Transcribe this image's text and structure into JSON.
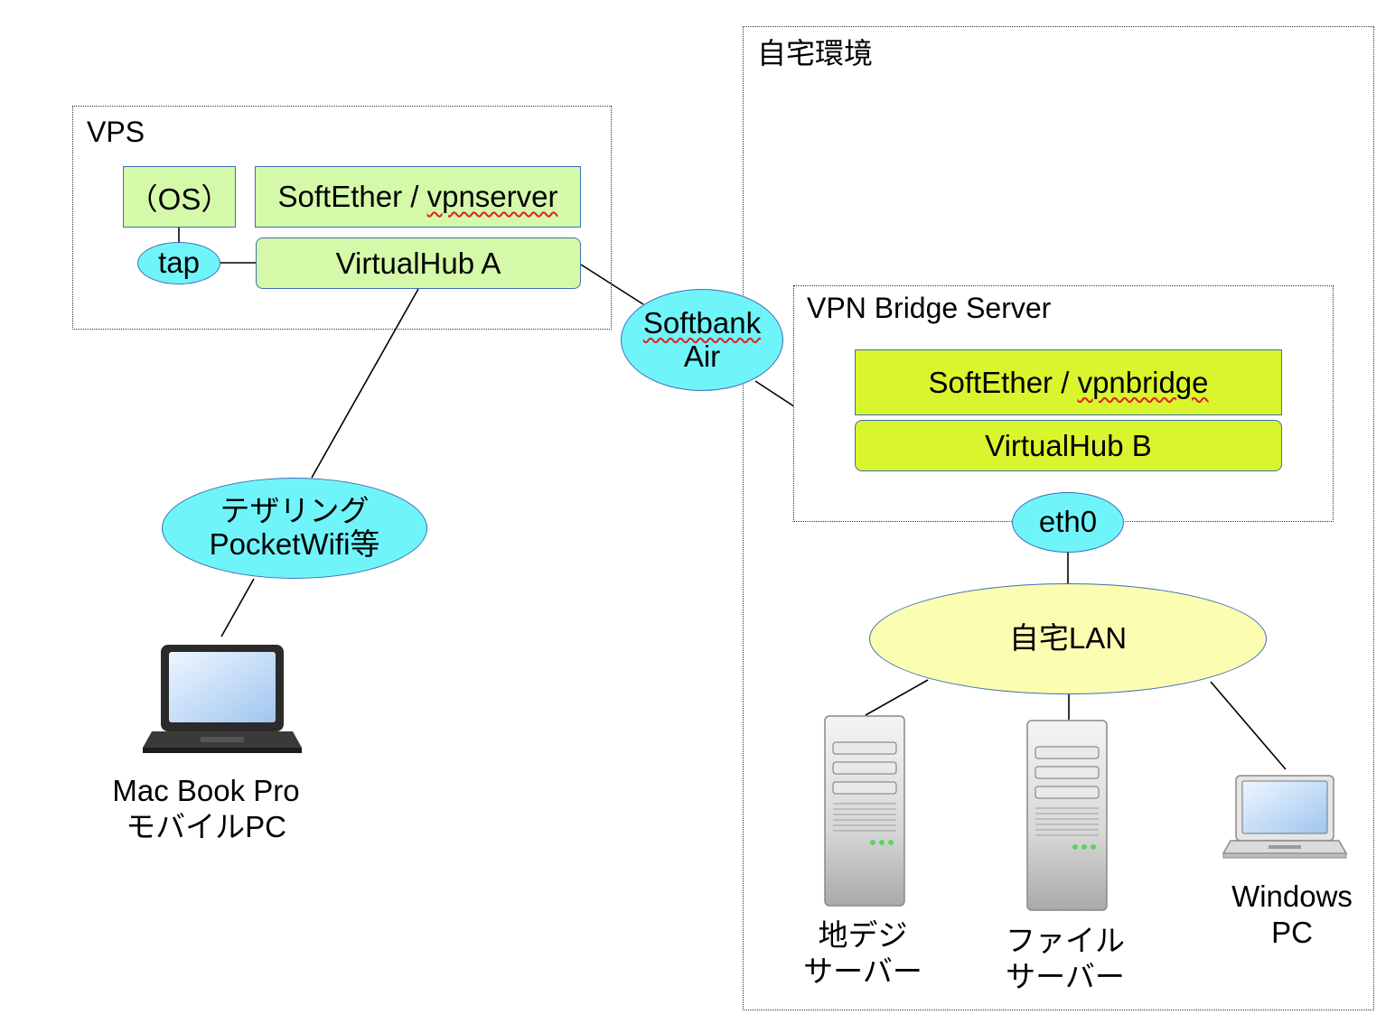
{
  "frames": {
    "home": "自宅環境",
    "vps": "VPS",
    "bridge_server": "VPN Bridge Server"
  },
  "vps": {
    "os_box": "（OS）",
    "vpnserver_prefix": "SoftEther / ",
    "vpnserver_word": "vpnserver",
    "tap": "tap",
    "hub_a": "VirtualHub A"
  },
  "softbank": {
    "line1": "Softbank",
    "line2": "Air"
  },
  "bridge": {
    "vpnbridge_prefix": "SoftEther / ",
    "vpnbridge_word": "vpnbridge",
    "hub_b": "VirtualHub B",
    "eth0": "eth0"
  },
  "tethering": {
    "line1": "テザリング",
    "line2": "PocketWifi等"
  },
  "home_lan": "自宅LAN",
  "devices": {
    "macbook": {
      "line1": "Mac Book Pro",
      "line2": "モバイルPC",
      "icon": "laptop-icon"
    },
    "tv_server": {
      "line1": "地デジ",
      "line2": "サーバー",
      "icon": "server-tower-icon"
    },
    "file_server": {
      "line1": "ファイル",
      "line2": "サーバー",
      "icon": "server-tower-icon"
    },
    "windows_pc": {
      "line1": "Windows",
      "line2": "PC",
      "icon": "laptop-icon"
    }
  },
  "colors": {
    "light_green": "#d4f9a9",
    "lime": "#d8f52e",
    "cyan": "#6ff4fa",
    "light_yellow": "#fbfdb0",
    "border_blue": "#3d6fb6"
  }
}
